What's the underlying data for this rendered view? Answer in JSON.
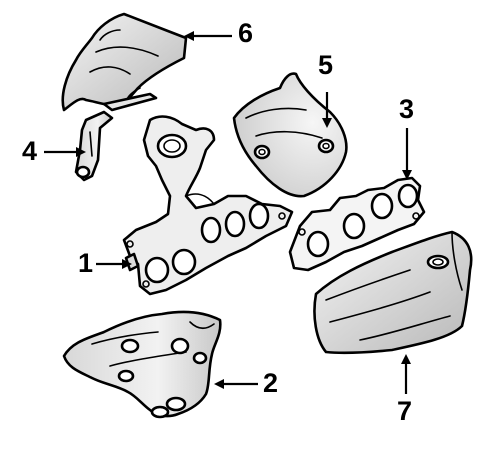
{
  "callouts": {
    "part_1": "1",
    "part_2": "2",
    "part_3": "3",
    "part_4": "4",
    "part_5": "5",
    "part_6": "6",
    "part_7": "7"
  },
  "colors": {
    "stroke": "#000000",
    "fill_light": "#f2f2f2",
    "fill_mid": "#dcdcdc",
    "fill_dark": "#bdbdbd",
    "background": "#ffffff"
  }
}
